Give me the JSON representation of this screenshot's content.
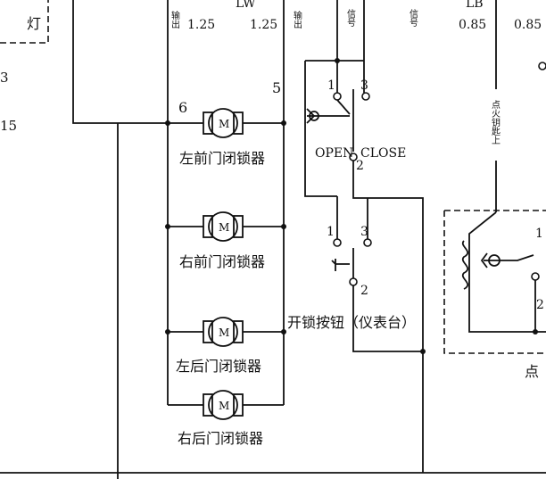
{
  "top": {
    "lamp_char": "灯",
    "w_left_size": "1.25",
    "w_left_tag": "LW",
    "w_right_size": "1.25",
    "w_right_tag": "LW",
    "col_a_vert": "输出",
    "col_b_vert": "输出",
    "sig_vert_1": "信号",
    "sig_vert_2": "信号",
    "lb_tag": "LB",
    "lb_size_1": "0.85",
    "lb_size_2": "0.85",
    "left_edge_1": "3",
    "left_edge_2": "15"
  },
  "motors": {
    "symbol": "M",
    "m1": "左前门闭锁器",
    "m2": "右前门闭锁器",
    "m3": "左后门闭锁器",
    "m4": "右后门闭锁器",
    "pin_left": "6",
    "pin_right": "5"
  },
  "key_switch": {
    "open": "OPEN",
    "close": "CLOSE",
    "pin1": "1",
    "pin2": "2",
    "pin3": "3"
  },
  "unlock_button": {
    "label": "开锁按钮（仪表台）",
    "pin1": "1",
    "pin2": "2",
    "pin3": "3"
  },
  "ignition": {
    "vert_label": "点火钥匙上",
    "pin1": "1",
    "pin2": "2",
    "bottom_label": "点"
  }
}
